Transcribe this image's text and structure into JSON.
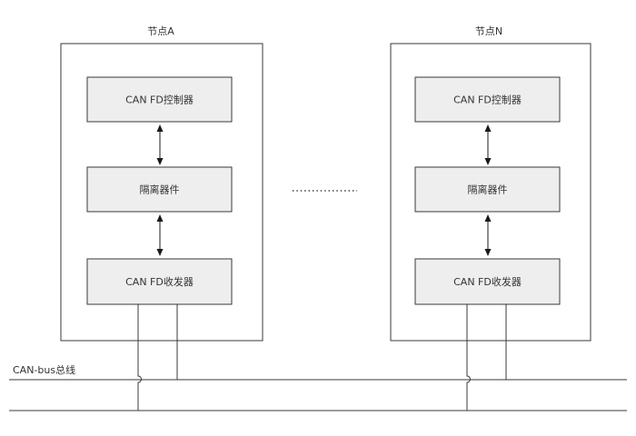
{
  "nodes": [
    {
      "title": "节点A",
      "blocks": [
        "CAN FD控制器",
        "隔离器件",
        "CAN FD收发器"
      ]
    },
    {
      "title": "节点N",
      "blocks": [
        "CAN FD控制器",
        "隔离器件",
        "CAN FD收发器"
      ]
    }
  ],
  "bus": {
    "label": "CAN-bus总线"
  },
  "ellipsis": "……"
}
